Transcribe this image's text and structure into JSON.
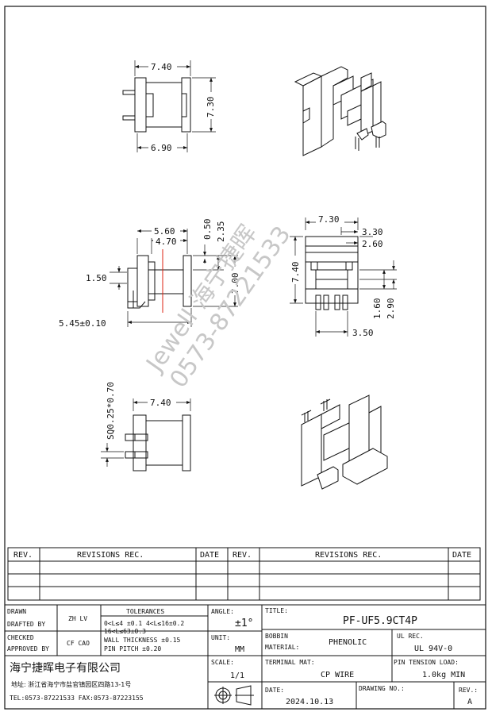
{
  "views": {
    "top": {
      "dims": {
        "width_top": "7.40",
        "width_bottom": "6.90",
        "height": "7.30"
      }
    },
    "front": {
      "dims": {
        "d560": "5.60",
        "d470": "4.70",
        "d050": "0.50",
        "d235": "2.35",
        "d150": "1.50",
        "d700": "7.00",
        "d545": "5.45±0.10"
      }
    },
    "side": {
      "dims": {
        "d730": "7.30",
        "d330": "3.30",
        "d260": "2.60",
        "d740": "7.40",
        "d160": "1.60",
        "d290": "2.90",
        "d350": "3.50"
      }
    },
    "bottom": {
      "dims": {
        "width": "7.40",
        "pin": "SQ0.25*0.70"
      }
    }
  },
  "watermark": {
    "line1": "Jewell 海宁捷晖",
    "line2": "0573-87221533"
  },
  "revisions": {
    "headers": [
      "REV.",
      "REVISIONS  REC.",
      "DATE",
      "REV.",
      "REVISIONS  REC.",
      "DATE"
    ]
  },
  "title_block": {
    "drawn_label": "DRAWN",
    "drafted_label": "DRAFTED BY",
    "drafted_value": "ZH LV",
    "checked_label": "CHECKED",
    "approved_label": "APPROVED BY",
    "approved_value": "CF CAO",
    "tolerances_label": "TOLERANCES",
    "tol_line1": "0<L≤4  ±0.1  4<L≤16±0.2",
    "tol_line2": "16<L≤63±0.3",
    "tol_line3": "WALL THICKNESS  ±0.15",
    "tol_line4": "PIN PITCH  ±0.20",
    "angle_label": "ANGLE:",
    "angle_value": "±1°",
    "unit_label": "UNIT:",
    "unit_value": "MM",
    "scale_label": "SCALE:",
    "scale_value": "1/1",
    "title_label": "TITLE:",
    "title_value": "PF-UF5.9CT4P",
    "bobbin_label": "BOBBIN",
    "material_label": "MATERIAL:",
    "material_value": "PHENOLIC",
    "ul_label": "UL REC.",
    "ul_value": "UL 94V-0",
    "terminal_label": "TERMINAL MAT:",
    "terminal_value": "CP WIRE",
    "tension_label": "PIN TENSION LOAD:",
    "tension_value": "1.0kg MIN",
    "date_label": "DATE:",
    "date_value": "2024.10.13",
    "drawing_no_label": "DRAWING NO.:",
    "rev_label": "REV.:",
    "rev_value": "A",
    "company_name": "海宁捷晖电子有限公司",
    "company_address": "地址: 浙江省海宁市盐官镇园区四路13-1号",
    "company_contact": "TEL:0573-87221533  FAX:0573-87223155"
  }
}
